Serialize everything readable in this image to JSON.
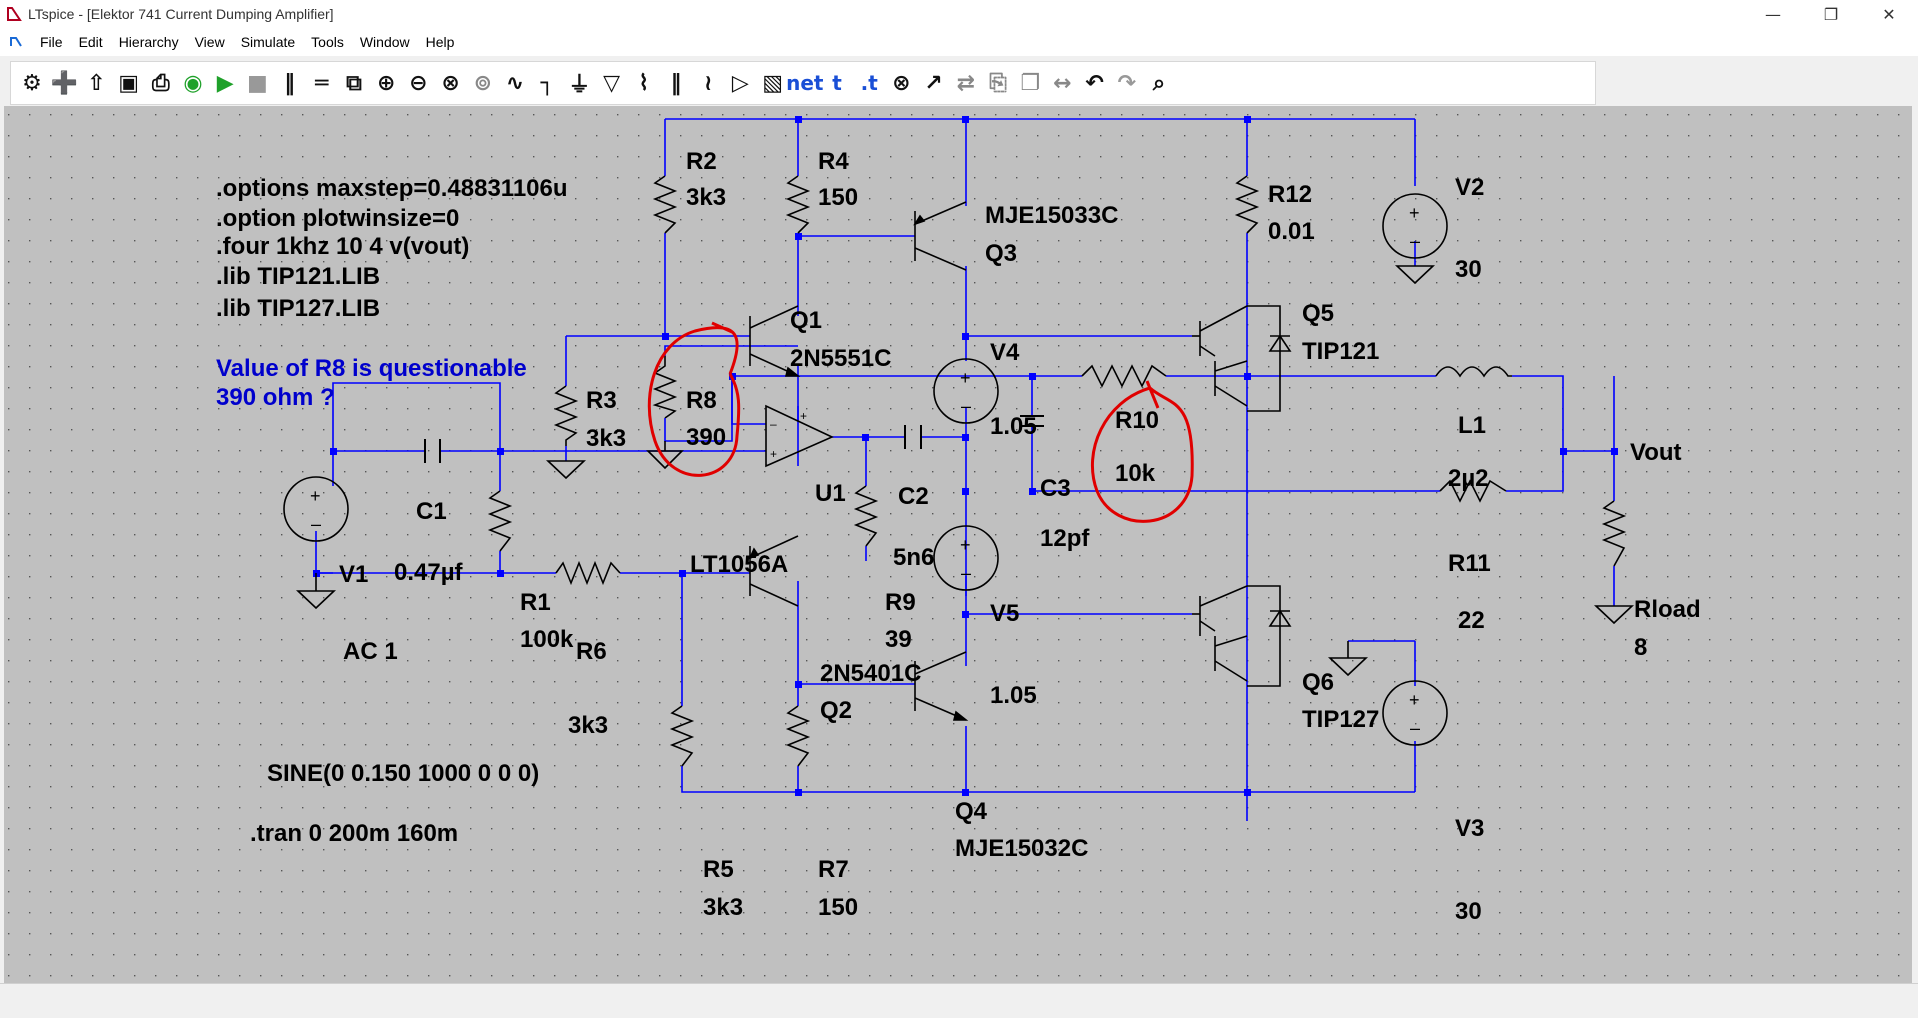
{
  "window": {
    "title": "LTspice - [Elektor 741 Current Dumping Amplifier]"
  },
  "menu": [
    "File",
    "Edit",
    "Hierarchy",
    "View",
    "Simulate",
    "Tools",
    "Window",
    "Help"
  ],
  "toolbar_icons": [
    "settings-icon",
    "new-schematic-icon",
    "open-icon",
    "save-icon",
    "print-icon",
    "spice-netlist-icon",
    "run-icon",
    "halt-icon",
    "tile-vertical-icon",
    "tile-horizontal-icon",
    "cascade-icon",
    "zoom-in-icon",
    "zoom-out-icon",
    "zoom-fit-icon",
    "zoom-cancel-icon",
    "plot-icon",
    "wire-icon",
    "ground-icon",
    "label-net-icon",
    "resistor-icon",
    "capacitor-icon",
    "inductor-icon",
    "diode-icon",
    "component-icon",
    "net-name-icon",
    "text-icon",
    "spice-directive-icon",
    "delete-icon",
    "move-icon",
    "drag-icon",
    "copy-icon",
    "paste-icon",
    "mirror-icon",
    "undo-icon",
    "redo-icon",
    "find-icon"
  ],
  "toolbar_text": {
    "net": "net",
    "t": "t",
    "dot_t": ".t"
  },
  "colors": {
    "wire": "#0000ff",
    "text": "#000000",
    "comment": "#0000cc",
    "background": "#c0c0c0",
    "grid_dot": "#555555",
    "annotation": "#e00000"
  },
  "directives": [
    ".options maxstep=0.48831106u",
    ".option plotwinsize=0",
    ".four 1khz 10 4 v(vout)",
    ".lib TIP121.LIB",
    ".lib TIP127.LIB",
    "SINE(0 0.150 1000 0 0 0)",
    ".tran 0 200m 160m"
  ],
  "comments": [
    "Value of R8 is questionable",
    "390 ohm ?"
  ],
  "components": {
    "R1": {
      "name": "R1",
      "value": "100k"
    },
    "R2": {
      "name": "R2",
      "value": "3k3"
    },
    "R3": {
      "name": "R3",
      "value": "3k3"
    },
    "R4": {
      "name": "R4",
      "value": "150"
    },
    "R5": {
      "name": "R5",
      "value": "3k3"
    },
    "R6": {
      "name": "R6",
      "value": "3k3"
    },
    "R7": {
      "name": "R7",
      "value": "150"
    },
    "R8": {
      "name": "R8",
      "value": "390"
    },
    "R9": {
      "name": "R9",
      "value": "39"
    },
    "R10": {
      "name": "R10",
      "value": "10k"
    },
    "R11": {
      "name": "R11",
      "value": "22"
    },
    "R12": {
      "name": "R12",
      "value": "0.01"
    },
    "Rload": {
      "name": "Rload",
      "value": "8"
    },
    "C1": {
      "name": "C1",
      "value": "0.47µf"
    },
    "C2": {
      "name": "C2",
      "value": "5n6"
    },
    "C3": {
      "name": "C3",
      "value": "12pf"
    },
    "L1": {
      "name": "L1",
      "value": "2µ2"
    },
    "V1": {
      "name": "V1",
      "value": "AC 1"
    },
    "V2": {
      "name": "V2",
      "value": "30"
    },
    "V3": {
      "name": "V3",
      "value": "30"
    },
    "V4": {
      "name": "V4",
      "value": "1.05"
    },
    "V5": {
      "name": "V5",
      "value": "1.05"
    },
    "Q1": {
      "name": "Q1",
      "value": "2N5551C"
    },
    "Q2": {
      "name": "Q2",
      "value": "2N5401C"
    },
    "Q3": {
      "name": "Q3",
      "value": "MJE15033C"
    },
    "Q4": {
      "name": "Q4",
      "value": "MJE15032C"
    },
    "Q5": {
      "name": "Q5",
      "value": "TIP121"
    },
    "Q6": {
      "name": "Q6",
      "value": "TIP127"
    },
    "U1": {
      "name": "U1",
      "value": "LT1056A"
    }
  },
  "net_labels": {
    "vout": "Vout"
  }
}
